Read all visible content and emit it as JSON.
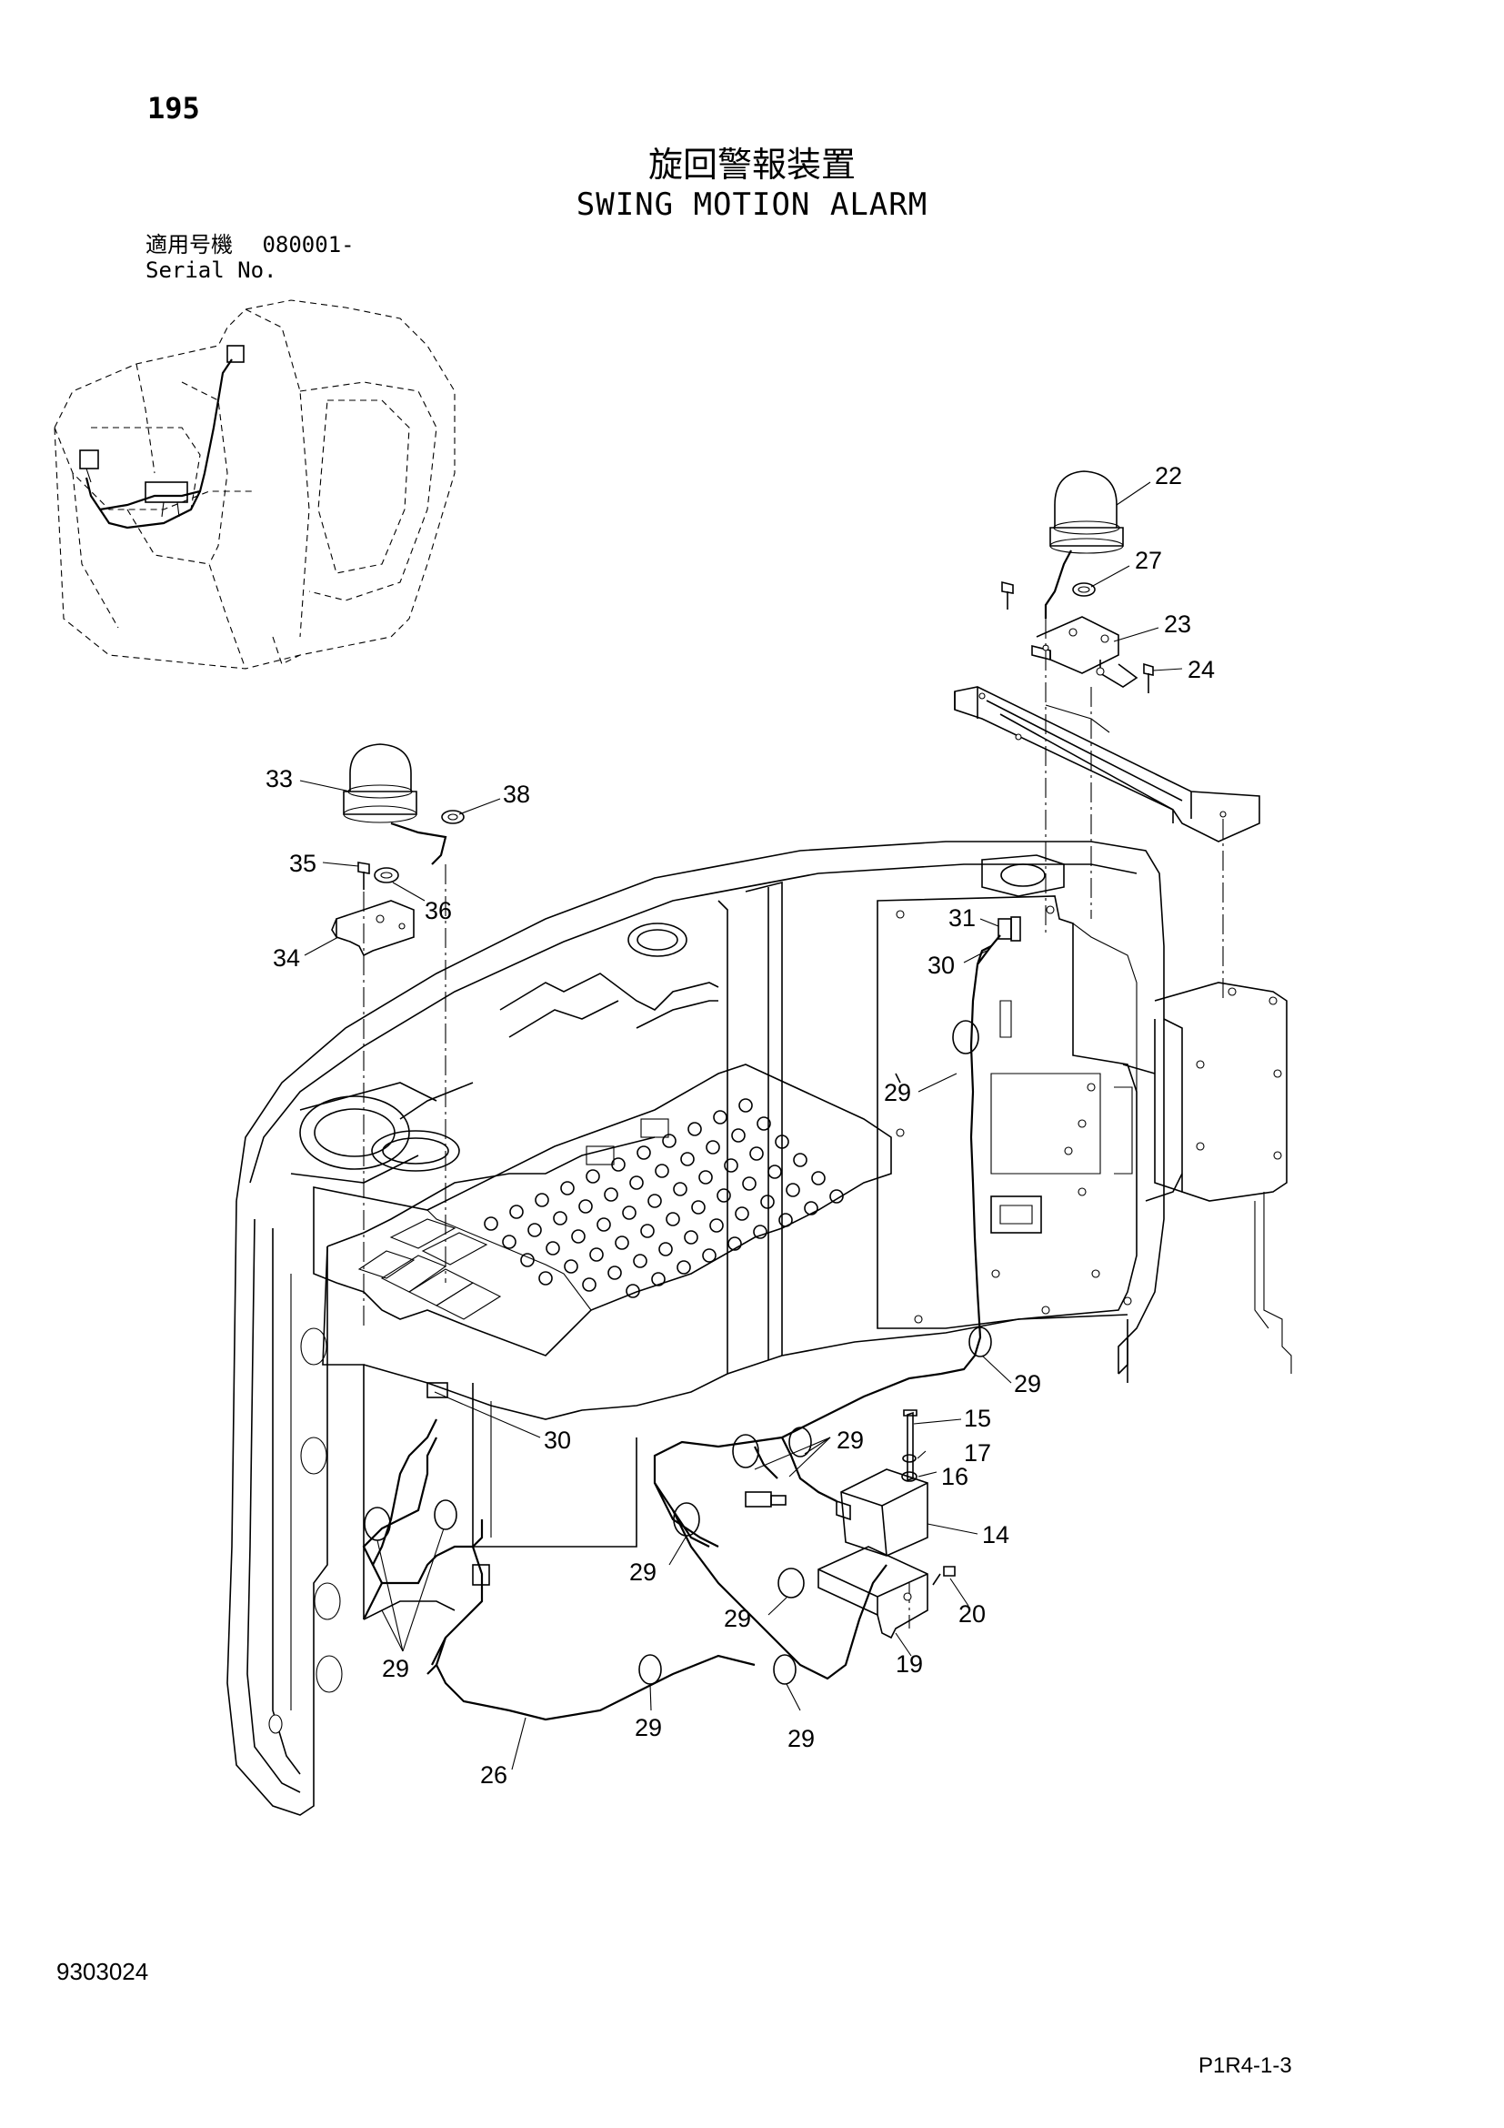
{
  "header": {
    "page_number": "195",
    "title_jp": "旋回警報装置",
    "title_en": "SWING MOTION ALARM",
    "serial_label_jp": "適用号機",
    "serial_value": "080001-",
    "serial_label_en": "Serial No."
  },
  "footer": {
    "drawing_number": "9303024",
    "page_ref": "P1R4-1-3"
  },
  "callouts": {
    "c22": "22",
    "c27": "27",
    "c23": "23",
    "c24": "24",
    "c33": "33",
    "c38": "38",
    "c35": "35",
    "c36": "36",
    "c34": "34",
    "c31": "31",
    "c30a": "30",
    "c29a": "29",
    "c29b": "29",
    "c15": "15",
    "c17": "17",
    "c16": "16",
    "c14": "14",
    "c29c": "29",
    "c30b": "30",
    "c29d": "29",
    "c29e": "29",
    "c20": "20",
    "c19": "19",
    "c29f": "29",
    "c29g": "29",
    "c29h": "29",
    "c26": "26"
  }
}
